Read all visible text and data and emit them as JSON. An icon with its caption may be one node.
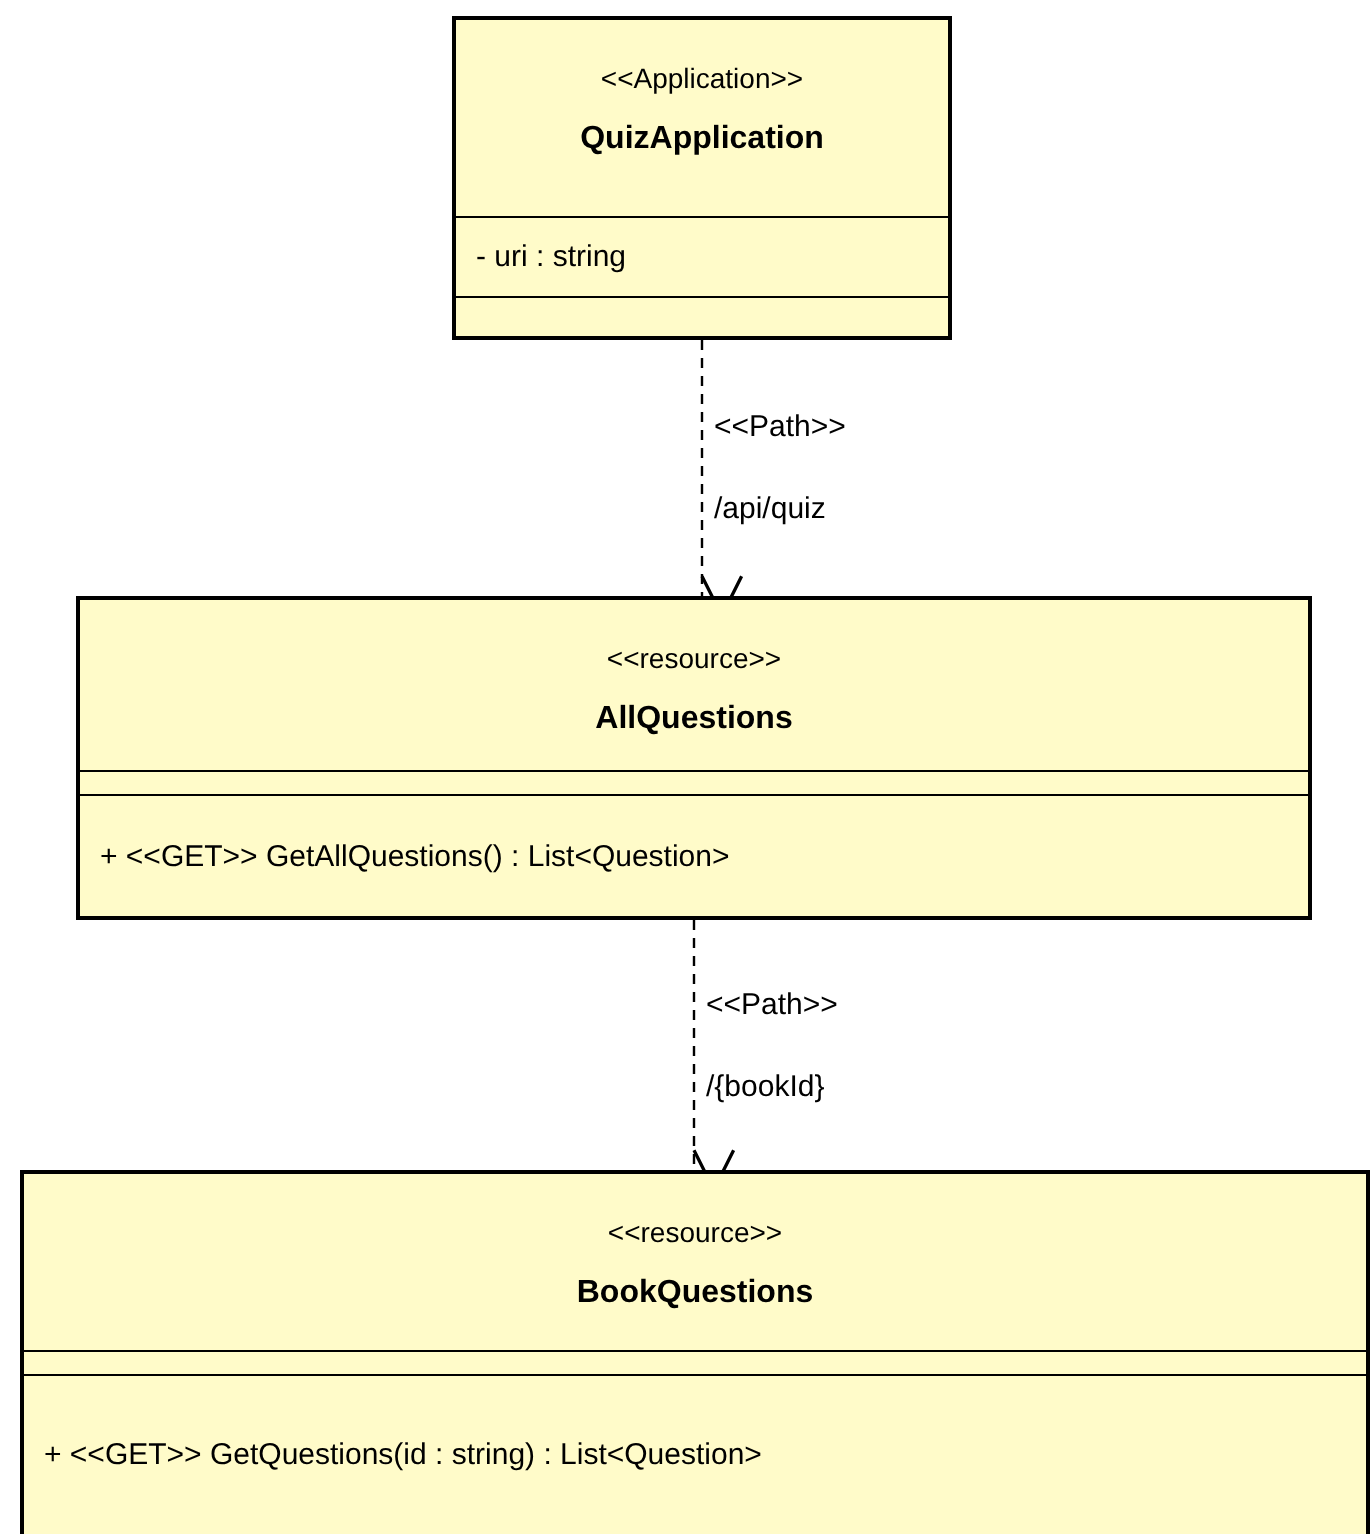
{
  "diagram": {
    "nodes": [
      {
        "text": [
          "<<Application>>",
          "QuizApplication",
          "- uri : string"
        ]
      },
      {
        "text": [
          "<<resource>>",
          "AllQuestions",
          "+ <<GET>> GetAllQuestions() : List<Question>"
        ]
      },
      {
        "text": [
          "<<resource>>",
          "BookQuestions",
          "+ <<GET>> GetQuestions(id : string) : List<Question>"
        ]
      }
    ],
    "edges": [
      {
        "from": 0,
        "to": 1,
        "arrow": "to",
        "style": "dashed",
        "label": "<<Path>> /api/quiz"
      },
      {
        "from": 1,
        "to": 2,
        "arrow": "to",
        "style": "dashed",
        "label": "<<Path>> /{bookId}"
      }
    ]
  }
}
